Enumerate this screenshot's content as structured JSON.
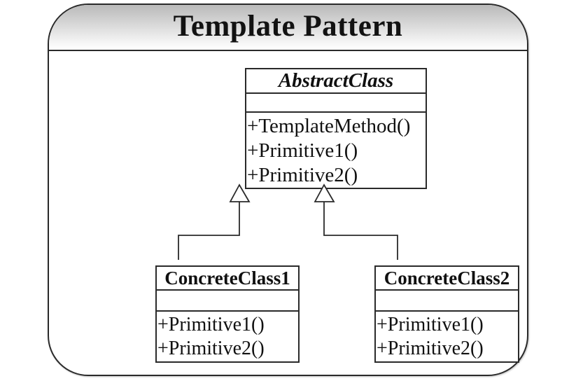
{
  "diagram": {
    "title": "Template Pattern",
    "type": "uml-class-diagram",
    "classes": {
      "abstract": {
        "name": "AbstractClass",
        "stereotype": "abstract",
        "attributes": [],
        "methods": [
          "+TemplateMethod()",
          "+Primitive1()",
          "+Primitive2()"
        ]
      },
      "concrete1": {
        "name": "ConcreteClass1",
        "attributes": [],
        "methods": [
          "+Primitive1()",
          "+Primitive2()"
        ]
      },
      "concrete2": {
        "name": "ConcreteClass2",
        "attributes": [],
        "methods": [
          "+Primitive1()",
          "+Primitive2()"
        ]
      }
    },
    "relationships": [
      {
        "type": "inheritance",
        "from": "ConcreteClass1",
        "to": "AbstractClass"
      },
      {
        "type": "inheritance",
        "from": "ConcreteClass2",
        "to": "AbstractClass"
      }
    ],
    "colors": {
      "line": "#2a2a2a",
      "background": "#ffffff",
      "titlebar_gradient_top": "#b9b9b9",
      "titlebar_gradient_bottom": "#ffffff",
      "text": "#101010"
    }
  }
}
